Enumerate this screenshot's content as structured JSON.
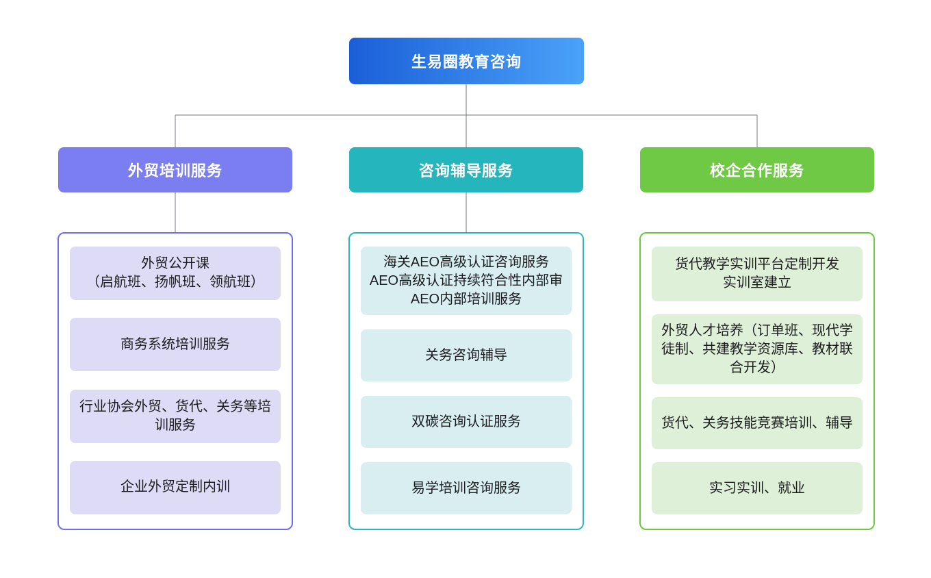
{
  "connector_color": "#8a9096",
  "root": {
    "label": "生易圈教育咨询",
    "gradient": [
      "#1b5fd8",
      "#4aa2f8"
    ]
  },
  "branches": [
    {
      "label": "外贸培训服务",
      "header_color": "#7a7ef0",
      "border_color": "#6a6ef2",
      "item_bg": "#dedbf6",
      "items": [
        {
          "lines": [
            "外贸公开课",
            "（启航班、扬帆班、领航班）"
          ]
        },
        {
          "lines": [
            "商务系统培训服务"
          ]
        },
        {
          "lines": [
            "行业协会外贸、货代、关务等培训服务"
          ]
        },
        {
          "lines": [
            "企业外贸定制内训"
          ]
        }
      ]
    },
    {
      "label": "咨询辅导服务",
      "header_color": "#25b5bc",
      "border_color": "#29b6bd",
      "item_bg": "#d8eef1",
      "items": [
        {
          "lines": [
            "海关AEO高级认证咨询服务",
            "AEO高级认证持续符合性内部审",
            "AEO内部培训服务"
          ]
        },
        {
          "lines": [
            "关务咨询辅导"
          ]
        },
        {
          "lines": [
            "双碳咨询认证服务"
          ]
        },
        {
          "lines": [
            "易学培训咨询服务"
          ]
        }
      ]
    },
    {
      "label": "校企合作服务",
      "header_color": "#70c944",
      "border_color": "#6cc83e",
      "item_bg": "#dff0d9",
      "items": [
        {
          "lines": [
            "货代教学实训平台定制开发",
            "实训室建立"
          ]
        },
        {
          "lines": [
            "外贸人才培养（订单班、现代学徒制、共建教学资源库、教材联合开发）"
          ]
        },
        {
          "lines": [
            "货代、关务技能竞赛培训、辅导"
          ]
        },
        {
          "lines": [
            "实习实训、就业"
          ]
        }
      ]
    }
  ]
}
